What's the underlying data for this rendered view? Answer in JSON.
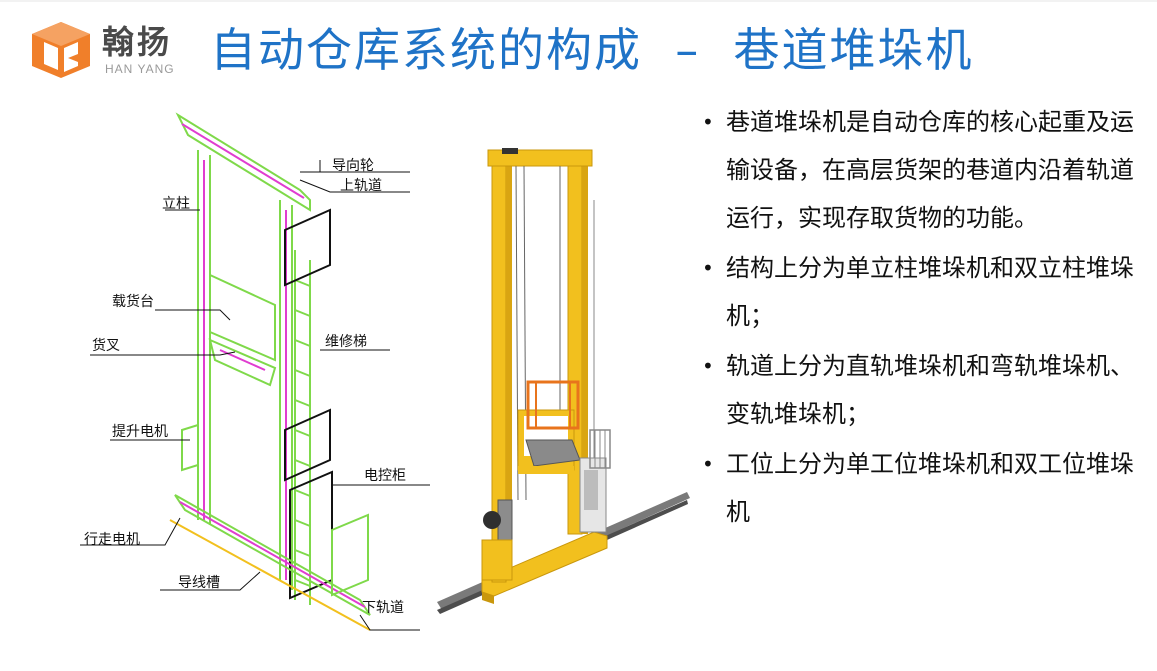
{
  "header": {
    "brand_cn": "翰扬",
    "brand_en": "HAN YANG",
    "title": "自动仓库系统的构成  –  巷道堆垛机"
  },
  "diagram": {
    "labels": {
      "guide_wheel": "导向轮",
      "upper_rail": "上轨道",
      "column": "立柱",
      "carriage": "载货台",
      "fork": "货叉",
      "ladder": "维修梯",
      "hoist_motor": "提升电机",
      "cabinet": "电控柜",
      "travel_motor": "行走电机",
      "cable_trough": "导线槽",
      "lower_rail": "下轨道"
    }
  },
  "bullets": [
    "巷道堆垛机是自动仓库的核心起重及运输设备，在高层货架的巷道内沿着轨道运行，实现存取货物的功能。",
    "结构上分为单立柱堆垛机和双立柱堆垛机；",
    "轨道上分为直轨堆垛机和弯轨堆垛机、变轨堆垛机；",
    "工位上分为单工位堆垛机和双工位堆垛机"
  ],
  "colors": {
    "title": "#1f73c7",
    "logo_orange": "#f07f2a",
    "frame_yellow": "#f2c01e",
    "carriage_orange": "#e8741c",
    "diagram_green": "#7fd94a",
    "diagram_magenta": "#e03dd0"
  }
}
